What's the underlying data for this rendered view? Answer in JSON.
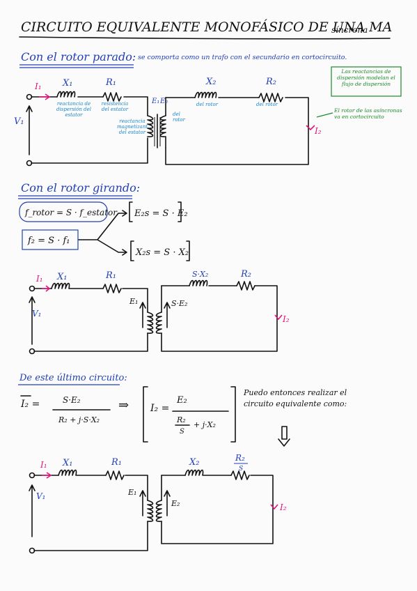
{
  "title": {
    "main": "CIRCUITO EQUIVALENTE MONOFÁSICO DE UNA MA",
    "suffix": "síncrona"
  },
  "section1": {
    "heading": "Con el rotor parado:",
    "description": "se comporta como un trafo con el secundario en cortocircuito.",
    "labels": {
      "I1": "I₁",
      "V1": "V₁",
      "X1": "X₁",
      "R1": "R₁",
      "E1": "E₁",
      "E2": "E₂",
      "X2": "X₂",
      "R2": "R₂",
      "I2": "I₂"
    },
    "notes": {
      "x1": "reactancia de dispersión del estator",
      "r1": "resistencia del estator",
      "xm": "reactancia magnetizante del estator",
      "rotor_left": "del rotor",
      "x2": "del rotor",
      "r2": "del rotor",
      "box": "Las reactancias de dispersión modelan el flujo de dispersión",
      "shortcircuit": "El rotor de las asíncronas va en cortocircuito"
    }
  },
  "section2": {
    "heading": "Con el rotor girando:",
    "eq_f_rotor": "f_rotor = S · f_estator",
    "eq_f2": "f₂ = S · f₁",
    "eq_E2s": "E₂s = S · E₂",
    "eq_X2s": "X₂s = S · X₂",
    "labels": {
      "I1": "I₁",
      "V1": "V₁",
      "X1": "X₁",
      "R1": "R₁",
      "E1": "E₁",
      "sE2": "S·E₂",
      "sX2": "S·X₂",
      "R2": "R₂",
      "I2": "I₂"
    }
  },
  "section3": {
    "heading": "De este último circuito:",
    "eq1_lhs": "I₂ =",
    "eq1_num": "S·E₂",
    "eq1_den": "R₂ + j·S·X₂",
    "arrow": "⇒",
    "eq2_lhs": "I₂ =",
    "eq2_num": "E₂",
    "eq2_den_r": "R₂",
    "eq2_den_s": "S",
    "eq2_den_rest": "+ j·X₂",
    "note": "Puedo entonces realizar el circuito equivalente como:",
    "labels": {
      "I1": "I₁",
      "V1": "V₁",
      "X1": "X₁",
      "R1": "R₁",
      "E1": "E₁",
      "E2": "E₂",
      "X2": "X₂",
      "R2": "R₂",
      "S": "S",
      "I2": "I₂"
    }
  },
  "colors": {
    "ink": "#111111",
    "blue": "#1f3fb8",
    "green": "#1b8a2a",
    "magenta": "#e0157b",
    "cyan": "#1b86c9"
  }
}
